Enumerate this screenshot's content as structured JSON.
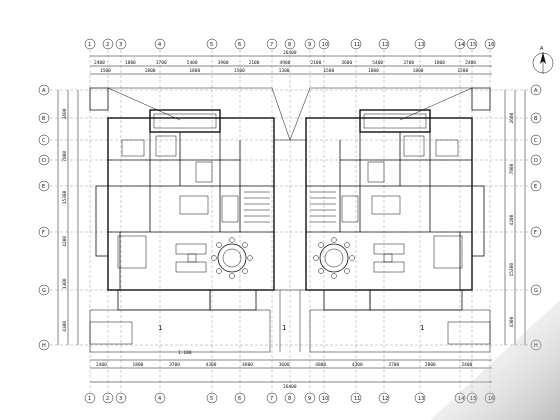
{
  "north_label": "A",
  "dimensions": {
    "top_total": "26400",
    "bottom_total": "26400",
    "top_segments": [
      "2400",
      "1800",
      "3700",
      "5400",
      "3900",
      "2100",
      "4900",
      "2100",
      "3600",
      "5400",
      "3700",
      "1800",
      "2400"
    ],
    "top_segments_2": [
      "1500",
      "1800",
      "1800",
      "1500",
      "1300",
      "1500",
      "1800",
      "1800",
      "1500"
    ],
    "bottom_segments": [
      "2400",
      "1800",
      "3700",
      "4300",
      "4800",
      "3600",
      "4800",
      "4300",
      "3700",
      "2000",
      "2400"
    ],
    "left_segments": [
      "3600",
      "7800",
      "15300",
      "4200",
      "1300",
      "4300"
    ],
    "right_segments": [
      "2600",
      "7800",
      "4200",
      "15300",
      "4300"
    ]
  },
  "axis_labels_top": [
    "1",
    "2",
    "3",
    "4",
    "5",
    "6",
    "7",
    "8",
    "9",
    "10",
    "11",
    "12",
    "13",
    "14",
    "15",
    "16"
  ],
  "axis_labels_bottom": [
    "1",
    "2",
    "3",
    "4",
    "5",
    "6",
    "7",
    "8",
    "9",
    "10",
    "11",
    "12",
    "13",
    "14",
    "15",
    "16"
  ],
  "axis_labels_left": [
    "A",
    "B",
    "C",
    "D",
    "E",
    "F",
    "G",
    "H"
  ],
  "axis_labels_right": [
    "A",
    "B",
    "C",
    "D",
    "E",
    "F",
    "G",
    "H"
  ],
  "room_labels": [
    "1",
    "1",
    "1"
  ],
  "bottom_note": "1:100"
}
